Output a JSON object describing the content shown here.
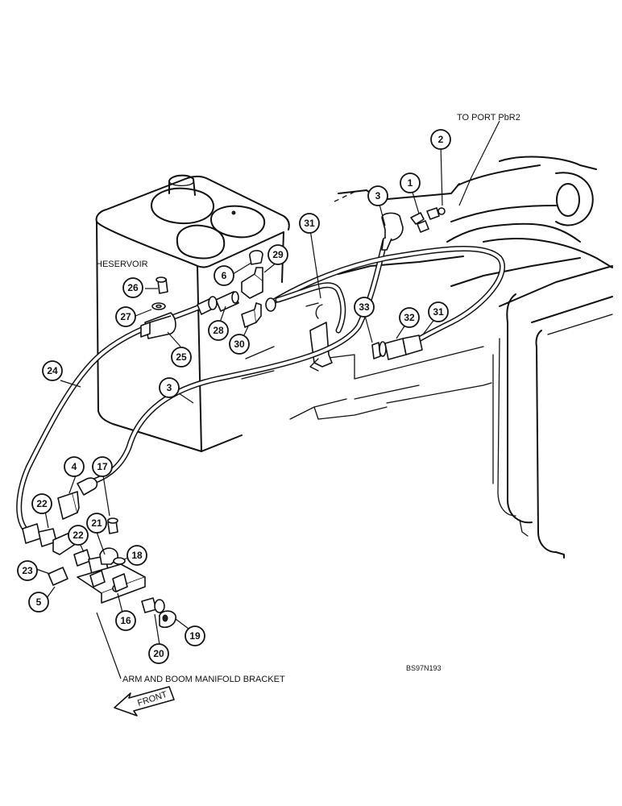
{
  "labels": {
    "to_port": "TO PORT PbR2",
    "reservoir": "HESERVOIR",
    "bracket": "ARM AND BOOM MANIFOLD BRACKET",
    "drawing_code": "BS97N193",
    "front": "FRONT"
  },
  "callouts": [
    "1",
    "2",
    "3",
    "31",
    "29",
    "6",
    "26",
    "27",
    "28",
    "25",
    "30",
    "33",
    "32",
    "31",
    "24",
    "3",
    "4",
    "17",
    "22",
    "21",
    "22",
    "18",
    "23",
    "5",
    "16",
    "19",
    "20"
  ]
}
